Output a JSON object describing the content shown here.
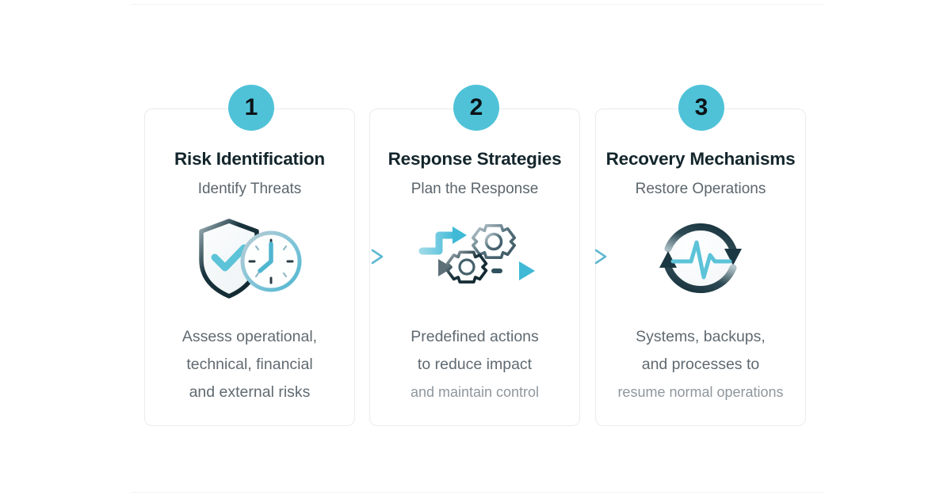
{
  "theme": {
    "accent": "#4fc2d8",
    "dark": "#13262c",
    "card_border": "#e9ebee",
    "body_text": "#606a71",
    "soft_text": "#8f979d",
    "background": "#ffffff"
  },
  "steps": [
    {
      "number": "1",
      "title": "Risk Identification",
      "subtitle": "Identify Threats",
      "icon": "shield-check-clock-icon",
      "lines": [
        {
          "text": "Assess operational,",
          "soft": false
        },
        {
          "text": "technical, financial",
          "soft": false
        },
        {
          "text": "and external risks",
          "soft": false
        }
      ]
    },
    {
      "number": "2",
      "title": "Response Strategies",
      "subtitle": "Plan the Response",
      "icon": "arrows-gears-icon",
      "lines": [
        {
          "text": "Predefined actions",
          "soft": false
        },
        {
          "text": "to reduce impact",
          "soft": false
        },
        {
          "text": "and maintain control",
          "soft": true
        }
      ]
    },
    {
      "number": "3",
      "title": "Recovery Mechanisms",
      "subtitle": "Restore Operations",
      "icon": "refresh-pulse-icon",
      "lines": [
        {
          "text": "Systems, backups,",
          "soft": false
        },
        {
          "text": "and processes to",
          "soft": false
        },
        {
          "text": "resume normal operations",
          "soft": true
        }
      ]
    }
  ],
  "connectors": [
    {
      "icon": "arrow-right-icon"
    },
    {
      "icon": "arrow-right-icon"
    }
  ]
}
